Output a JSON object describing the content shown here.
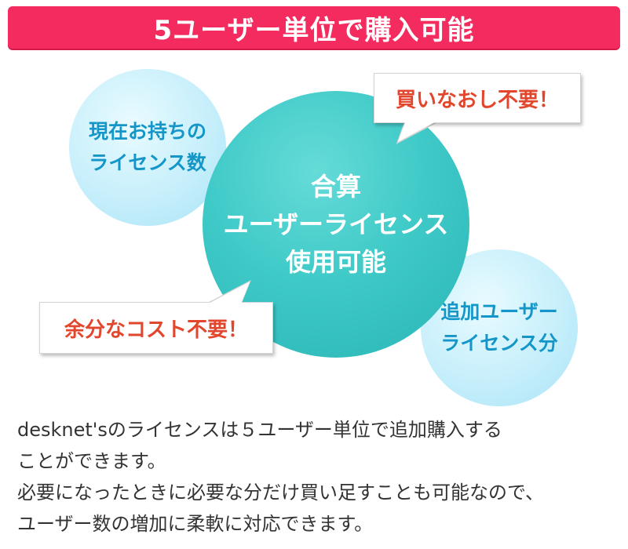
{
  "banner": {
    "title": "5ユーザー単位で購入可能",
    "color": "#f42b5e"
  },
  "circles": {
    "left": {
      "lines": [
        "現在お持ちの",
        "ライセンス数"
      ],
      "text_color": "#1496c8"
    },
    "center": {
      "lines": [
        "合算",
        "ユーザーライセンス",
        "使用可能"
      ],
      "color": "#3fcac8"
    },
    "right": {
      "lines": [
        "追加ユーザー",
        "ライセンス分"
      ],
      "text_color": "#1496c8"
    }
  },
  "callouts": {
    "top": "買いなおし不要！",
    "bottom": "余分なコスト不要！",
    "text_color": "#e2462c"
  },
  "description": {
    "lines": [
      "desknet'sのライセンスは５ユーザー単位で追加購入する",
      "ことができます。",
      "必要になったときに必要な分だけ買い足すことも可能なので、",
      "ユーザー数の増加に柔軟に対応できます。"
    ]
  }
}
